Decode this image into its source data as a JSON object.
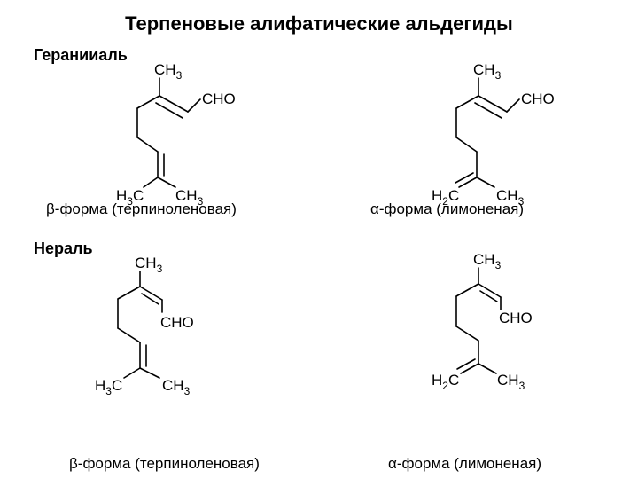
{
  "title": "Терпеновые алифатические альдегиды",
  "sections": [
    {
      "heading": "Геранииаль",
      "structures": [
        {
          "name": "geranial-beta",
          "labels": {
            "ch3": "CH",
            "cho": "CHO",
            "left_prefix": "H",
            "left_suffix": "C",
            "right": "CH",
            "sub": "3"
          },
          "caption": {
            "greek": "β",
            "text": "-форма (терпиноленовая)"
          }
        },
        {
          "name": "geranial-alpha",
          "labels": {
            "ch3": "CH",
            "cho": "CHO",
            "left_prefix": "H",
            "left_suffix": "C",
            "right": "CH",
            "sub": "3",
            "left_sub": "2"
          },
          "caption": {
            "greek": "α",
            "text": "-форма (лимоненая)"
          }
        }
      ]
    },
    {
      "heading": "Нераль",
      "structures": [
        {
          "name": "neral-beta",
          "labels": {
            "ch3": "CH",
            "cho": "CHO",
            "left_prefix": "H",
            "left_suffix": "C",
            "right": "CH",
            "sub": "3"
          },
          "caption": {
            "greek": "β",
            "text": "-форма (терпиноленовая)"
          }
        },
        {
          "name": "neral-alpha",
          "labels": {
            "ch3": "CH",
            "cho": "CHO",
            "left_prefix": "H",
            "left_suffix": "C",
            "right": "CH",
            "sub": "3",
            "left_sub": "2"
          },
          "caption": {
            "greek": "α",
            "text": "-форма (лимоненая)"
          }
        }
      ]
    }
  ]
}
